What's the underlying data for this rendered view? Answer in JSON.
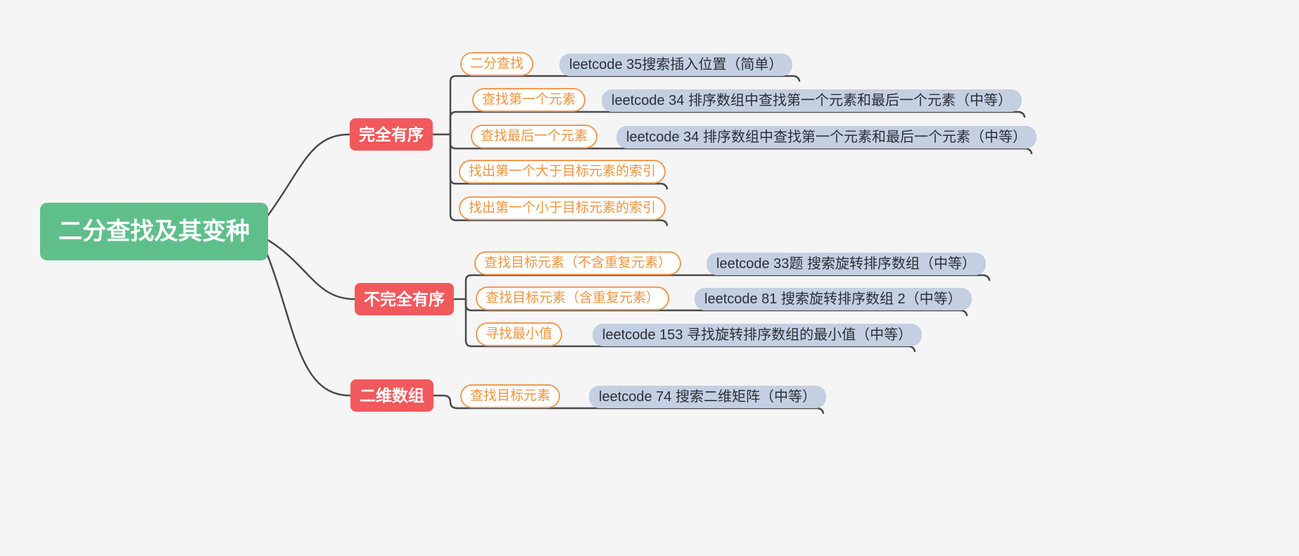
{
  "canvas": {
    "background": "#f5f5f6"
  },
  "colors": {
    "canvas_bg": "#f5f5f6",
    "root_bg": "#5fbf8b",
    "branch_bg": "#f1595c",
    "topic_border": "#f09a55",
    "topic_text": "#ef9540",
    "leaf_bg": "#c4cfe2",
    "leaf_text": "#2b2f36",
    "line": "#4a4a4a"
  },
  "root": {
    "label": "二分查找及其变种"
  },
  "branches": [
    {
      "label": "完全有序",
      "children": [
        {
          "topic": "二分查找",
          "leaf": "leetcode 35搜索插入位置（简单）"
        },
        {
          "topic": "查找第一个元素",
          "leaf": "leetcode 34 排序数组中查找第一个元素和最后一个元素（中等）"
        },
        {
          "topic": "查找最后一个元素",
          "leaf": "leetcode 34 排序数组中查找第一个元素和最后一个元素（中等）"
        },
        {
          "topic": "找出第一个大于目标元素的索引"
        },
        {
          "topic": "找出第一个小于目标元素的索引"
        }
      ]
    },
    {
      "label": "不完全有序",
      "children": [
        {
          "topic": "查找目标元素（不含重复元素）",
          "leaf": "leetcode 33题 搜索旋转排序数组（中等）"
        },
        {
          "topic": "查找目标元素（含重复元素）",
          "leaf": "leetcode 81 搜索旋转排序数组 2（中等）"
        },
        {
          "topic": "寻找最小值",
          "leaf": "leetcode 153 寻找旋转排序数组的最小值（中等）"
        }
      ]
    },
    {
      "label": "二维数组",
      "children": [
        {
          "topic": "查找目标元素",
          "leaf": "leetcode 74 搜索二维矩阵（中等）"
        }
      ]
    }
  ]
}
